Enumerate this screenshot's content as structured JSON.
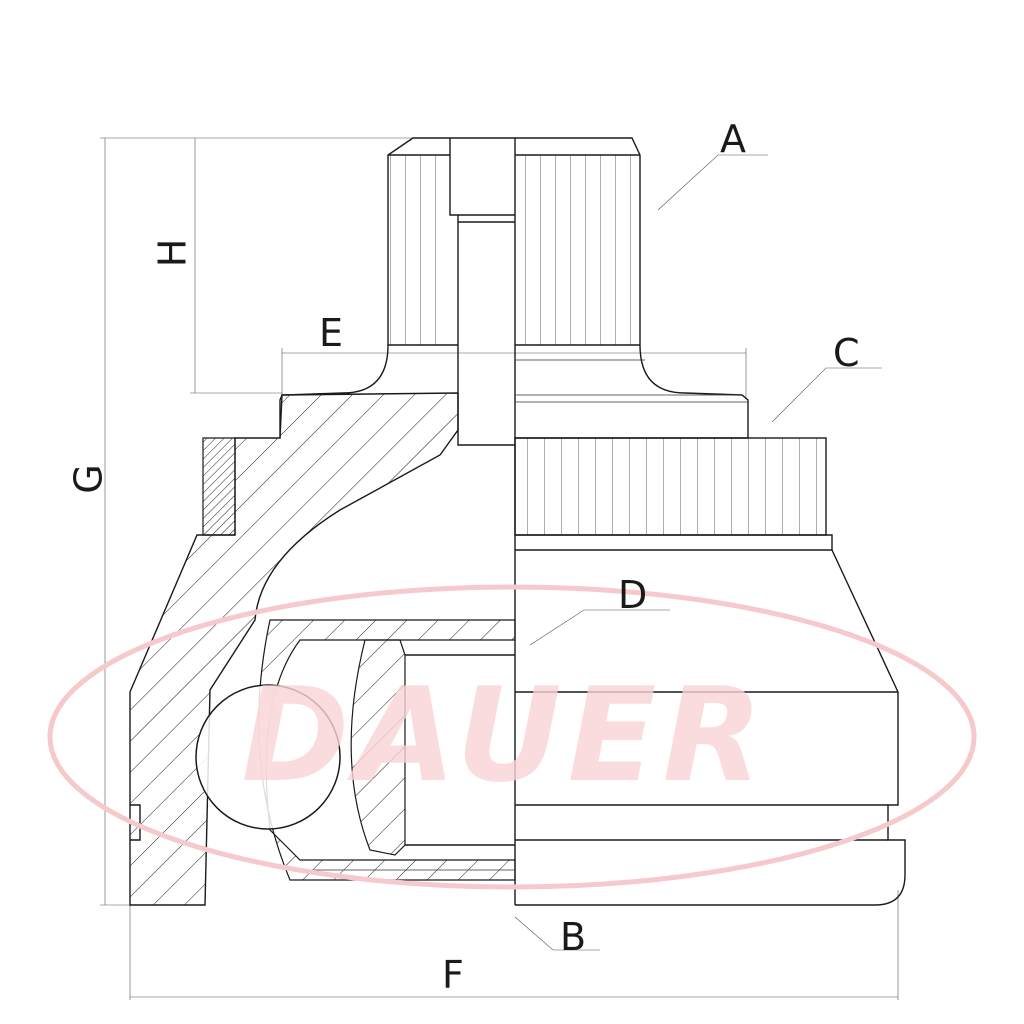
{
  "drawing": {
    "labels": {
      "A": "A",
      "B": "B",
      "C": "C",
      "D": "D",
      "E": "E",
      "F": "F",
      "G": "G",
      "H": "H"
    },
    "watermark": "DAUER",
    "colors": {
      "line": "#1a1a1a",
      "watermark": "#f6c9cc"
    }
  }
}
